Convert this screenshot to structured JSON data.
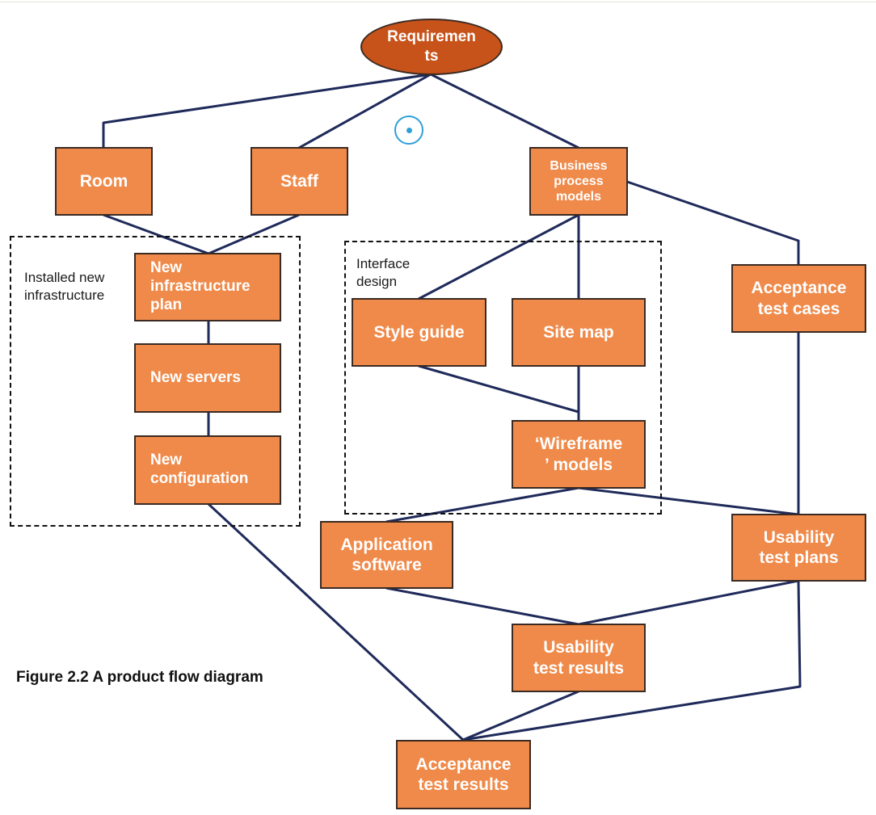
{
  "figure": {
    "caption": "Figure 2.2 A product flow diagram"
  },
  "root": {
    "label": "Requiremen\nts"
  },
  "groups": {
    "infrastructure": {
      "label": "Installed new\ninfrastructure"
    },
    "interface": {
      "label": "Interface\ndesign"
    }
  },
  "nodes": {
    "room": {
      "label": "Room"
    },
    "staff": {
      "label": "Staff"
    },
    "business_process_models": {
      "label": "Business\nprocess\nmodels"
    },
    "new_infrastructure_plan": {
      "label": "New\ninfrastructure\nplan"
    },
    "new_servers": {
      "label": "New servers"
    },
    "new_configuration": {
      "label": "New\nconfiguration"
    },
    "style_guide": {
      "label": "Style guide"
    },
    "site_map": {
      "label": "Site map"
    },
    "wireframe_models": {
      "label": "‘Wireframe\n’ models"
    },
    "acceptance_test_cases": {
      "label": "Acceptance\ntest cases"
    },
    "application_software": {
      "label": "Application\nsoftware"
    },
    "usability_test_plans": {
      "label": "Usability\ntest plans"
    },
    "usability_test_results": {
      "label": "Usability\ntest results"
    },
    "acceptance_test_results": {
      "label": "Acceptance\ntest results"
    }
  },
  "colors": {
    "node_fill": "#ef8a4a",
    "root_fill": "#c8531a",
    "edge": "#1f2a5a",
    "cursor": "#2f9fd8"
  },
  "edges": [
    [
      "requirements",
      "room"
    ],
    [
      "requirements",
      "staff"
    ],
    [
      "requirements",
      "business_process_models"
    ],
    [
      "room",
      "new_infrastructure_plan"
    ],
    [
      "staff",
      "new_infrastructure_plan"
    ],
    [
      "new_infrastructure_plan",
      "new_servers"
    ],
    [
      "new_servers",
      "new_configuration"
    ],
    [
      "new_configuration",
      "acceptance_test_results"
    ],
    [
      "business_process_models",
      "style_guide"
    ],
    [
      "business_process_models",
      "site_map"
    ],
    [
      "business_process_models",
      "acceptance_test_cases"
    ],
    [
      "style_guide",
      "wireframe_models"
    ],
    [
      "site_map",
      "wireframe_models"
    ],
    [
      "wireframe_models",
      "application_software"
    ],
    [
      "wireframe_models",
      "usability_test_plans"
    ],
    [
      "acceptance_test_cases",
      "usability_test_plans"
    ],
    [
      "application_software",
      "usability_test_results"
    ],
    [
      "usability_test_plans",
      "usability_test_results"
    ],
    [
      "usability_test_plans",
      "acceptance_test_results"
    ],
    [
      "usability_test_results",
      "acceptance_test_results"
    ]
  ]
}
